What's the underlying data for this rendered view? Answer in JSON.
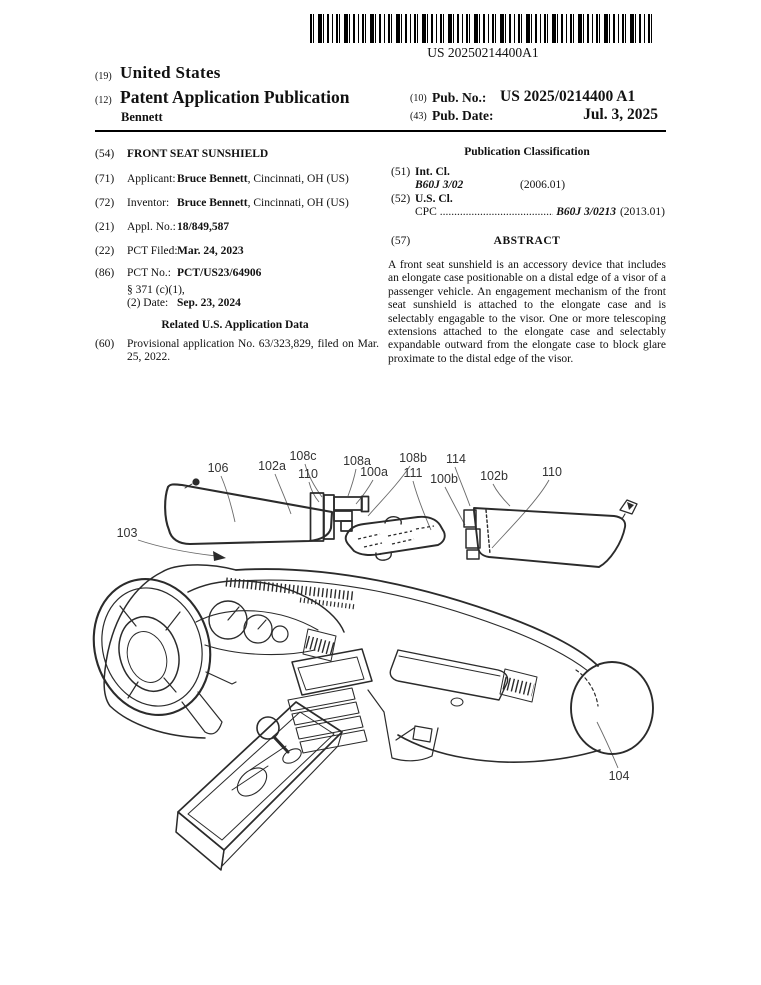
{
  "barcode": {
    "number": "US 20250214400A1"
  },
  "header": {
    "kind_19": "(19)",
    "united_states": "United States",
    "kind_12": "(12)",
    "publication_type": "Patent Application Publication",
    "applicant_surname": "Bennett",
    "kind_10": "(10)",
    "pub_no_label": "Pub. No.:",
    "pub_no_value": "US 2025/0214400 A1",
    "kind_43": "(43)",
    "pub_date_label": "Pub. Date:",
    "pub_date_value": "Jul. 3, 2025"
  },
  "biblio": {
    "title_num": "(54)",
    "title": "FRONT SEAT SUNSHIELD",
    "applicant": {
      "num": "(71)",
      "label": "Applicant:",
      "name": "Bruce Bennett",
      "rest": ", Cincinnati, OH (US)"
    },
    "inventor": {
      "num": "(72)",
      "label": "Inventor:",
      "name": "Bruce Bennett",
      "rest": ", Cincinnati, OH (US)"
    },
    "appl_no": {
      "num": "(21)",
      "label": "Appl. No.:",
      "value": "18/849,587"
    },
    "pct_filed": {
      "num": "(22)",
      "label": "PCT Filed:",
      "value": "Mar. 24, 2023"
    },
    "pct_no": {
      "num": "(86)",
      "label": "PCT No.:",
      "value": "PCT/US23/64906"
    },
    "s371": {
      "line1": "§ 371 (c)(1),",
      "label": "(2) Date:",
      "value": "Sep. 23, 2024"
    },
    "related_header": "Related U.S. Application Data",
    "provisional": {
      "num": "(60)",
      "text": "Provisional application No. 63/323,829, filed on Mar. 25, 2022."
    }
  },
  "classification": {
    "header": "Publication Classification",
    "int_cl": {
      "num": "(51)",
      "label": "Int. Cl.",
      "code": "B60J 3/02",
      "version": "(2006.01)"
    },
    "us_cl": {
      "num": "(52)",
      "label": "U.S. Cl.",
      "cpc_label": "CPC",
      "dots": "........................................................",
      "code": "B60J 3/0213",
      "version": "(2013.01)"
    }
  },
  "abstract": {
    "num": "(57)",
    "header": "ABSTRACT",
    "text": "A front seat sunshield is an accessory device that includes an elongate case positionable on a distal edge of a visor of a passenger vehicle. An engagement mechanism of the front seat sunshield is attached to the elongate case and is selectably engagable to the visor. One or more telescoping extensions attached to the elongate case and selectably expandable outward from the elongate case to block glare proximate to the distal edge of the visor."
  },
  "figure": {
    "labels": [
      "106",
      "102a",
      "108c",
      "110",
      "108a",
      "100a",
      "108b",
      "111",
      "114",
      "100b",
      "102b",
      "110",
      "103",
      "104"
    ]
  }
}
